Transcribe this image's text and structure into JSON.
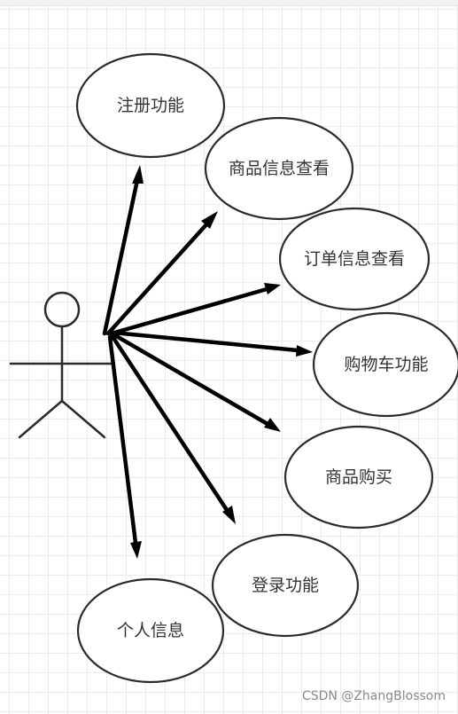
{
  "diagram": {
    "type": "use-case",
    "use_cases": [
      {
        "id": "register",
        "label": "注册功能"
      },
      {
        "id": "product-info-view",
        "label": "商品信息查看"
      },
      {
        "id": "order-info-view",
        "label": "订单信息查看"
      },
      {
        "id": "shopping-cart",
        "label": "购物车功能"
      },
      {
        "id": "product-purchase",
        "label": "商品购买"
      },
      {
        "id": "login",
        "label": "登录功能"
      },
      {
        "id": "personal-info",
        "label": "个人信息"
      }
    ],
    "associations": [
      {
        "from": "actor",
        "to": "register"
      },
      {
        "from": "actor",
        "to": "product-info-view"
      },
      {
        "from": "actor",
        "to": "order-info-view"
      },
      {
        "from": "actor",
        "to": "shopping-cart"
      },
      {
        "from": "actor",
        "to": "product-purchase"
      },
      {
        "from": "actor",
        "to": "login"
      },
      {
        "from": "actor",
        "to": "personal-info"
      }
    ]
  },
  "watermark": "CSDN @ZhangBlossom"
}
